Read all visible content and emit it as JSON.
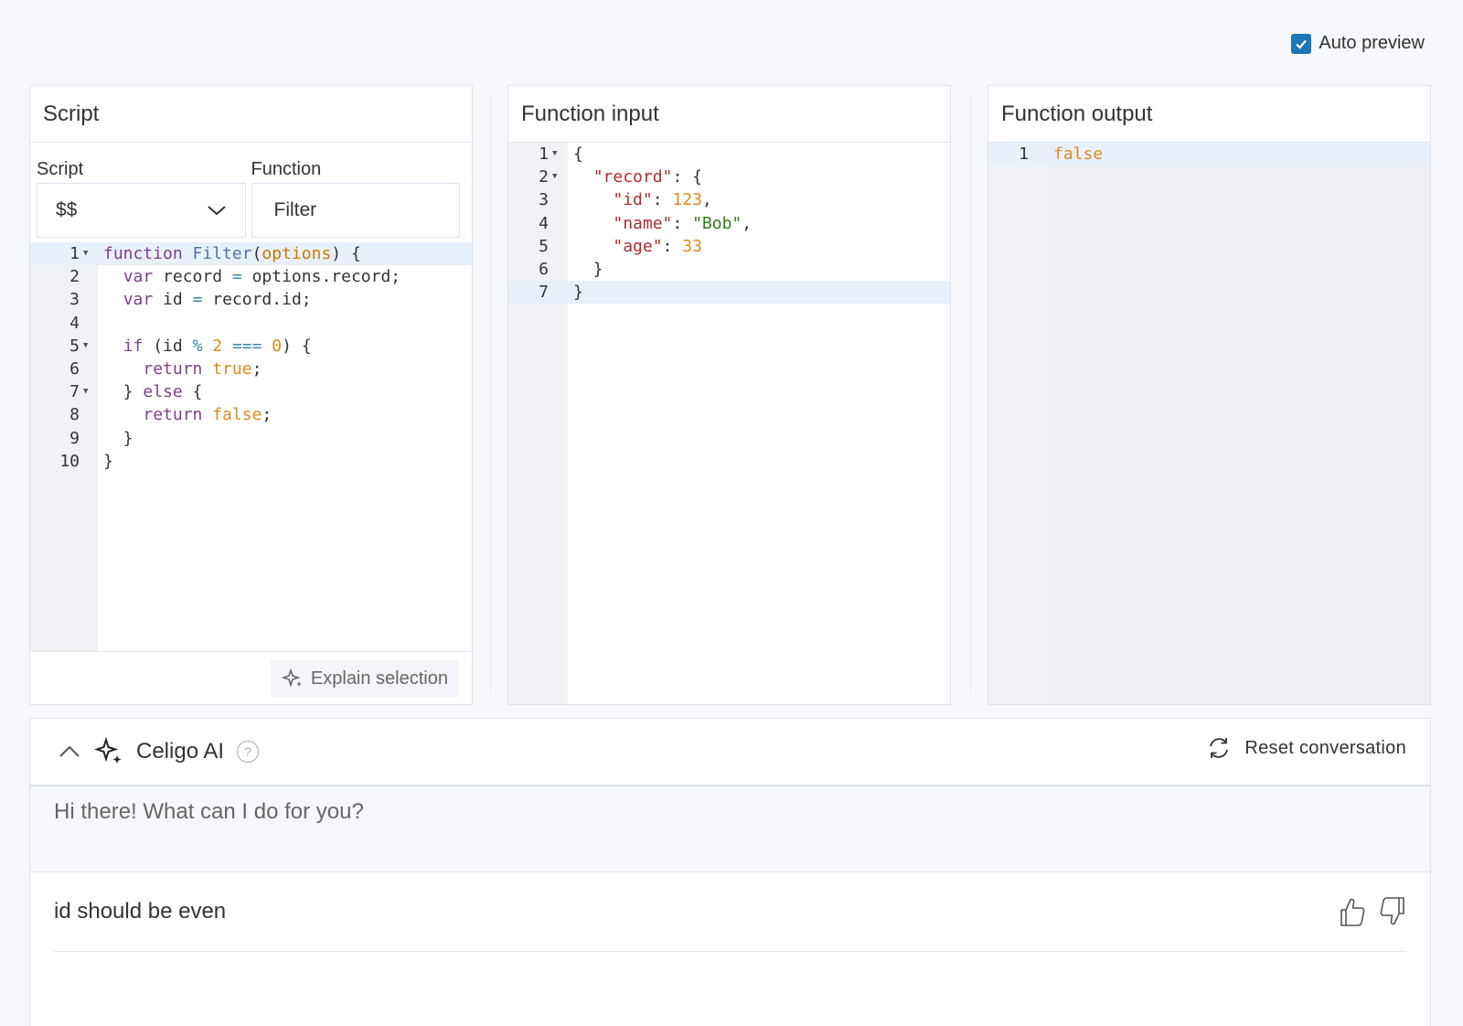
{
  "auto_preview": {
    "label": "Auto preview",
    "checked": true
  },
  "script_panel": {
    "title": "Script",
    "script_label": "Script",
    "script_value": "$$",
    "function_label": "Function",
    "function_value": "Filter",
    "explain_label": "Explain selection",
    "code": [
      {
        "n": "1",
        "fold": true,
        "tokens": [
          [
            "kw",
            "function "
          ],
          [
            "fn",
            "Filter"
          ],
          [
            "plain",
            "("
          ],
          [
            "param",
            "options"
          ],
          [
            "plain",
            ") {"
          ]
        ]
      },
      {
        "n": "2",
        "fold": false,
        "tokens": [
          [
            "plain",
            "  "
          ],
          [
            "kw",
            "var "
          ],
          [
            "plain",
            "record "
          ],
          [
            "op",
            "="
          ],
          [
            "plain",
            " options.record;"
          ]
        ]
      },
      {
        "n": "3",
        "fold": false,
        "tokens": [
          [
            "plain",
            "  "
          ],
          [
            "kw",
            "var "
          ],
          [
            "plain",
            "id "
          ],
          [
            "op",
            "="
          ],
          [
            "plain",
            " record.id;"
          ]
        ]
      },
      {
        "n": "4",
        "fold": false,
        "tokens": []
      },
      {
        "n": "5",
        "fold": true,
        "tokens": [
          [
            "plain",
            "  "
          ],
          [
            "kw",
            "if "
          ],
          [
            "plain",
            "(id "
          ],
          [
            "op",
            "% "
          ],
          [
            "num",
            "2 "
          ],
          [
            "op",
            "=== "
          ],
          [
            "num",
            "0"
          ],
          [
            "plain",
            ") {"
          ]
        ]
      },
      {
        "n": "6",
        "fold": false,
        "tokens": [
          [
            "plain",
            "    "
          ],
          [
            "kw",
            "return "
          ],
          [
            "num",
            "true"
          ],
          [
            "plain",
            ";"
          ]
        ]
      },
      {
        "n": "7",
        "fold": true,
        "tokens": [
          [
            "plain",
            "  } "
          ],
          [
            "kw",
            "else "
          ],
          [
            "plain",
            "{"
          ]
        ]
      },
      {
        "n": "8",
        "fold": false,
        "tokens": [
          [
            "plain",
            "    "
          ],
          [
            "kw",
            "return "
          ],
          [
            "num",
            "false"
          ],
          [
            "plain",
            ";"
          ]
        ]
      },
      {
        "n": "9",
        "fold": false,
        "tokens": [
          [
            "plain",
            "  }"
          ]
        ]
      },
      {
        "n": "10",
        "fold": false,
        "tokens": [
          [
            "plain",
            "}"
          ]
        ]
      }
    ]
  },
  "input_panel": {
    "title": "Function input",
    "code": [
      {
        "n": "1",
        "fold": true,
        "tokens": [
          [
            "plain",
            "{"
          ]
        ]
      },
      {
        "n": "2",
        "fold": true,
        "tokens": [
          [
            "plain",
            "  "
          ],
          [
            "key",
            "\"record\""
          ],
          [
            "plain",
            ": {"
          ]
        ]
      },
      {
        "n": "3",
        "fold": false,
        "tokens": [
          [
            "plain",
            "    "
          ],
          [
            "key",
            "\"id\""
          ],
          [
            "plain",
            ": "
          ],
          [
            "num",
            "123"
          ],
          [
            "plain",
            ","
          ]
        ]
      },
      {
        "n": "4",
        "fold": false,
        "tokens": [
          [
            "plain",
            "    "
          ],
          [
            "key",
            "\"name\""
          ],
          [
            "plain",
            ": "
          ],
          [
            "str",
            "\"Bob\""
          ],
          [
            "plain",
            ","
          ]
        ]
      },
      {
        "n": "5",
        "fold": false,
        "tokens": [
          [
            "plain",
            "    "
          ],
          [
            "key",
            "\"age\""
          ],
          [
            "plain",
            ": "
          ],
          [
            "num",
            "33"
          ]
        ]
      },
      {
        "n": "6",
        "fold": false,
        "tokens": [
          [
            "plain",
            "  }"
          ]
        ]
      },
      {
        "n": "7",
        "fold": false,
        "tokens": [
          [
            "plain",
            "}"
          ]
        ]
      }
    ]
  },
  "output_panel": {
    "title": "Function output",
    "code": [
      {
        "n": "1",
        "fold": false,
        "tokens": [
          [
            "num",
            "false"
          ]
        ]
      }
    ]
  },
  "ai": {
    "title": "Celigo AI",
    "help": "?",
    "reset_label": "Reset conversation",
    "greeting": "Hi there! What can I do for you?",
    "message": "id should be even"
  },
  "icons": {
    "checkbox": "checkmark-icon",
    "dropdown": "chevron-down-icon",
    "sparkle": "sparkle-icon",
    "collapse": "chevron-up-icon",
    "reset": "refresh-icon",
    "thumbs_up": "thumbs-up-icon",
    "thumbs_down": "thumbs-down-icon"
  },
  "colors": {
    "accent": "#1d76ba",
    "keyword": "#7e3f8c",
    "function_name": "#4b76a8",
    "number": "#e08a21",
    "json_key": "#b02c2c",
    "string": "#2b7a1a"
  }
}
